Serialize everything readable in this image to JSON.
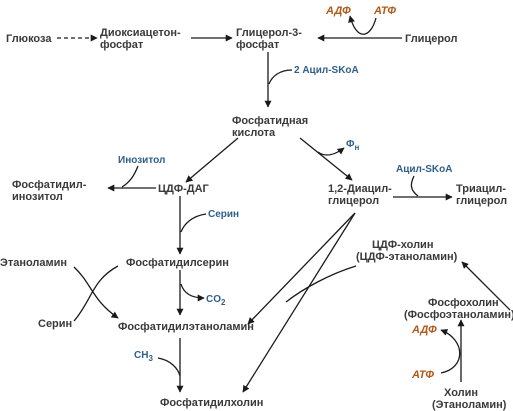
{
  "nodes": {
    "glucose": "Глюкоза",
    "dhap_1": "Диоксиацетон-",
    "dhap_2": "фосфат",
    "g3p_1": "Глицерол-3-",
    "g3p_2": "фосфат",
    "glycerol": "Глицерол",
    "pa_1": "Фосфатидная",
    "pa_2": "кислота",
    "pi_1": "Фосфатидил-",
    "pi_2": "инозитол",
    "cdpdag": "ЦДФ-ДАГ",
    "dag_1": "1,2-Диацил-",
    "dag_2": "глицерол",
    "tag_1": "Триацил-",
    "tag_2": "глицерол",
    "ps": "Фосфатидилсерин",
    "ethanolamine": "Этаноламин",
    "serine": "Серин",
    "pe": "Фосфатидилэтаноламин",
    "pc": "Фосфатидилхолин",
    "cdpcholine_1": "ЦДФ-холин",
    "cdpcholine_2": "(ЦДФ-этаноламин)",
    "phosphocholine_1": "Фосфохолин",
    "phosphocholine_2": "(Фосфоэтаноламин)",
    "choline_1": "Холин",
    "choline_2": "(Этаноламин)"
  },
  "reagents": {
    "adp_top": "АДФ",
    "atp_top": "АТФ",
    "acyl_1": "2 Ацил-SKoA",
    "pn_base": "Ф",
    "pn_sub": "н",
    "inositol": "Инозитол",
    "serine_in": "Серин",
    "acyl_2": "Ацил-SKoA",
    "co2_base": "CO",
    "co2_sub": "2",
    "ch3_base": "CH",
    "ch3_sub": "3",
    "adp_bottom": "АДФ",
    "atp_bottom": "АТФ"
  }
}
